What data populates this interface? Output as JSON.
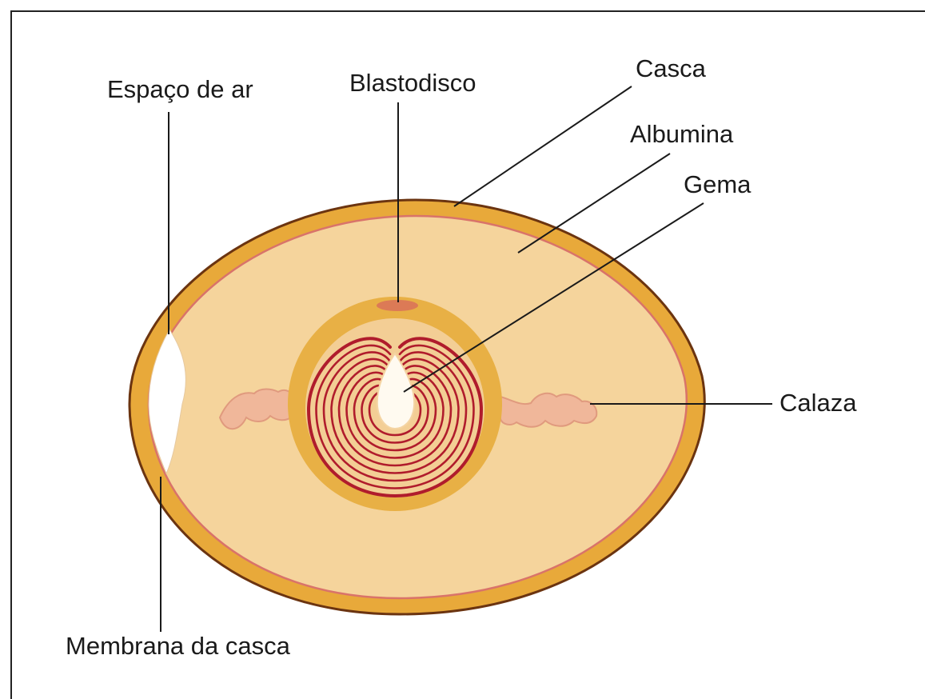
{
  "diagram": {
    "labels": {
      "air_space": "Espaço de ar",
      "blastodisc": "Blastodisco",
      "shell": "Casca",
      "albumen": "Albumina",
      "yolk": "Gema",
      "chalaza": "Calaza",
      "shell_membrane": "Membrana da casca"
    },
    "colors": {
      "shell": "#e8a93a",
      "shell_outline": "#7a3b10",
      "albumen": "#f5d49c",
      "membrane_line": "#d9736a",
      "yolk": "#e8b045",
      "yolk_inner": "#f4d4a3",
      "yolk_rings": "#b01c2c",
      "chalaza": "#f0b79a",
      "blastodisc": "#dc7a56"
    }
  }
}
